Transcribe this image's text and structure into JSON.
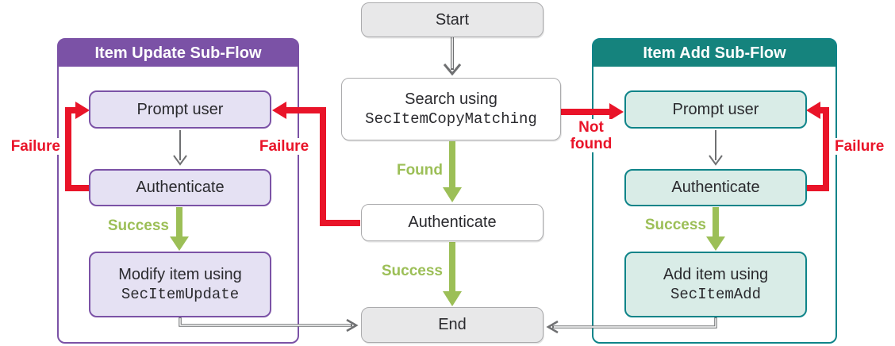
{
  "colors": {
    "purple": "#7B52A6",
    "purple_fill": "#E5E1F3",
    "teal_header": "#15837D",
    "teal_border": "#0F8489",
    "teal_fill": "#D9ECE7",
    "green": "#9CBF57",
    "red": "#E91429",
    "gray_fill": "#E8E8E9",
    "gray_border": "#ABABAD",
    "node_text": "#2A2A2E",
    "connector_gray": "#6F7072"
  },
  "center": {
    "start": "Start",
    "search_line1": "Search using",
    "search_line2": "SecItemCopyMatching",
    "found_label": "Found",
    "not_found_label": "Not found",
    "failure_label": "Failure",
    "authenticate": "Authenticate",
    "success_label": "Success",
    "end": "End"
  },
  "update_flow": {
    "title": "Item Update Sub-Flow",
    "prompt": "Prompt user",
    "failure_label": "Failure",
    "authenticate": "Authenticate",
    "success_label": "Success",
    "modify_line1": "Modify item using",
    "modify_line2": "SecItemUpdate"
  },
  "add_flow": {
    "title": "Item Add Sub-Flow",
    "prompt": "Prompt user",
    "failure_label": "Failure",
    "authenticate": "Authenticate",
    "success_label": "Success",
    "add_line1": "Add item using",
    "add_line2": "SecItemAdd"
  }
}
